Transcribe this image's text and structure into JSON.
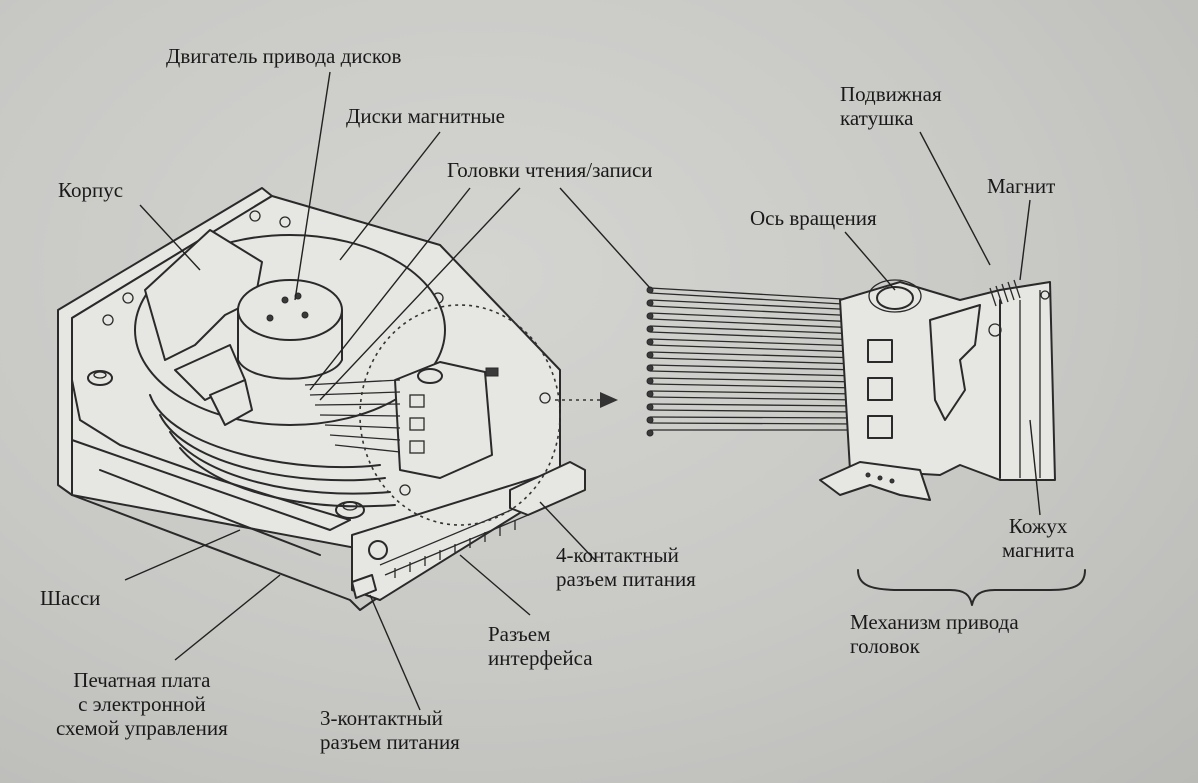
{
  "labels": {
    "motor": "Двигатель привода дисков",
    "platters": "Диски магнитные",
    "heads": "Головки чтения/записи",
    "case": "Корпус",
    "coil_line1": "Подвижная",
    "coil_line2": "катушка",
    "magnet": "Магнит",
    "pivot": "Ось вращения",
    "chassis": "Шасси",
    "power4_line1": "4-контактный",
    "power4_line2": "разъем питания",
    "interface_line1": "Разъем",
    "interface_line2": "интерфейса",
    "pcb_line1": "Печатная плата",
    "pcb_line2": "с электронной",
    "pcb_line3": "схемой управления",
    "power3_line1": "3-контактный",
    "power3_line2": "разъем питания",
    "magnet_cover_line1": "Кожух",
    "magnet_cover_line2": "магнита",
    "actuator_line1": "Механизм привода",
    "actuator_line2": "головок"
  }
}
